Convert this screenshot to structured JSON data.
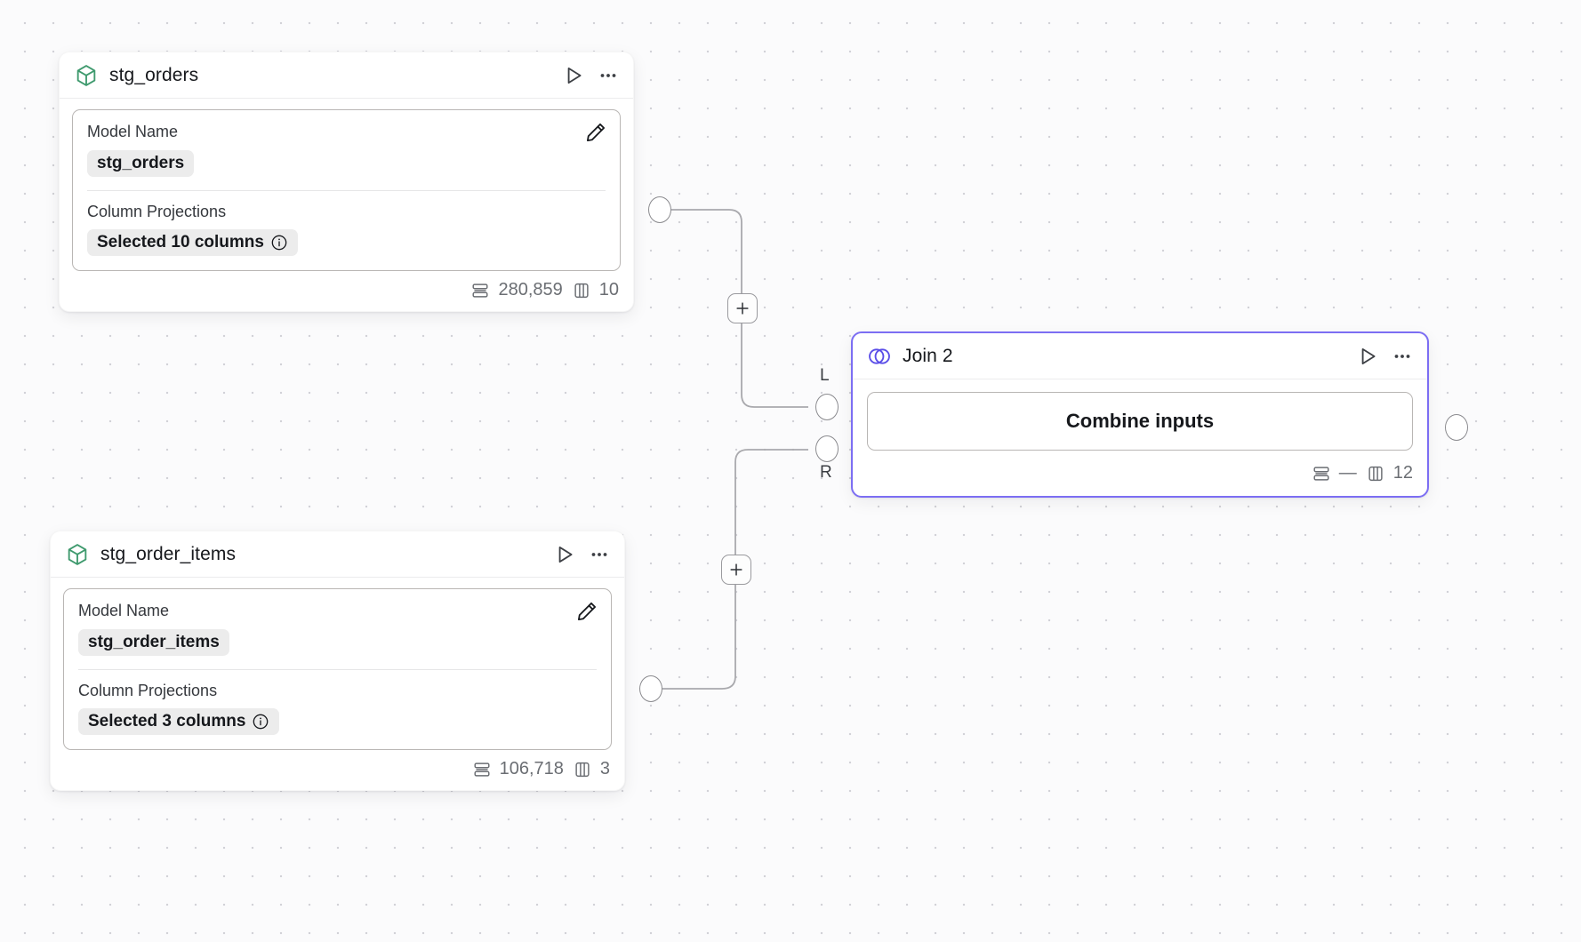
{
  "canvas": {
    "background_color": "#fbfbfc",
    "grid_dot_color": "#d2d2d7",
    "accent_color": "#7c6ef3",
    "model_icon_color": "#3f9a6e"
  },
  "nodes": [
    {
      "id": "stg_orders",
      "type": "model",
      "icon": "cube-icon",
      "title": "stg_orders",
      "fields": [
        {
          "label": "Model Name",
          "value": "stg_orders",
          "has_info": false
        },
        {
          "label": "Column Projections",
          "value": "Selected 10 columns",
          "has_info": true
        }
      ],
      "edit_icon": "pencil-icon",
      "run_icon": "play-icon",
      "menu_icon": "more-horizontal-icon",
      "stats": {
        "rows_icon": "rows-icon",
        "rows": "280,859",
        "cols_icon": "columns-icon",
        "cols": "10"
      },
      "selected": false
    },
    {
      "id": "stg_order_items",
      "type": "model",
      "icon": "cube-icon",
      "title": "stg_order_items",
      "fields": [
        {
          "label": "Model Name",
          "value": "stg_order_items",
          "has_info": false
        },
        {
          "label": "Column Projections",
          "value": "Selected 3 columns",
          "has_info": true
        }
      ],
      "edit_icon": "pencil-icon",
      "run_icon": "play-icon",
      "menu_icon": "more-horizontal-icon",
      "stats": {
        "rows_icon": "rows-icon",
        "rows": "106,718",
        "cols_icon": "columns-icon",
        "cols": "3"
      },
      "selected": false
    },
    {
      "id": "join_2",
      "type": "join",
      "icon": "venn-icon",
      "title": "Join 2",
      "action_label": "Combine inputs",
      "run_icon": "play-icon",
      "menu_icon": "more-horizontal-icon",
      "input_port_labels": [
        "L",
        "R"
      ],
      "stats": {
        "rows_icon": "rows-icon",
        "rows": "—",
        "cols_icon": "columns-icon",
        "cols": "12"
      },
      "selected": true
    }
  ],
  "edges": [
    {
      "from": "stg_orders",
      "to": "join_2",
      "to_port": "L",
      "add_button_label": "+"
    },
    {
      "from": "stg_order_items",
      "to": "join_2",
      "to_port": "R",
      "add_button_label": "+"
    }
  ]
}
